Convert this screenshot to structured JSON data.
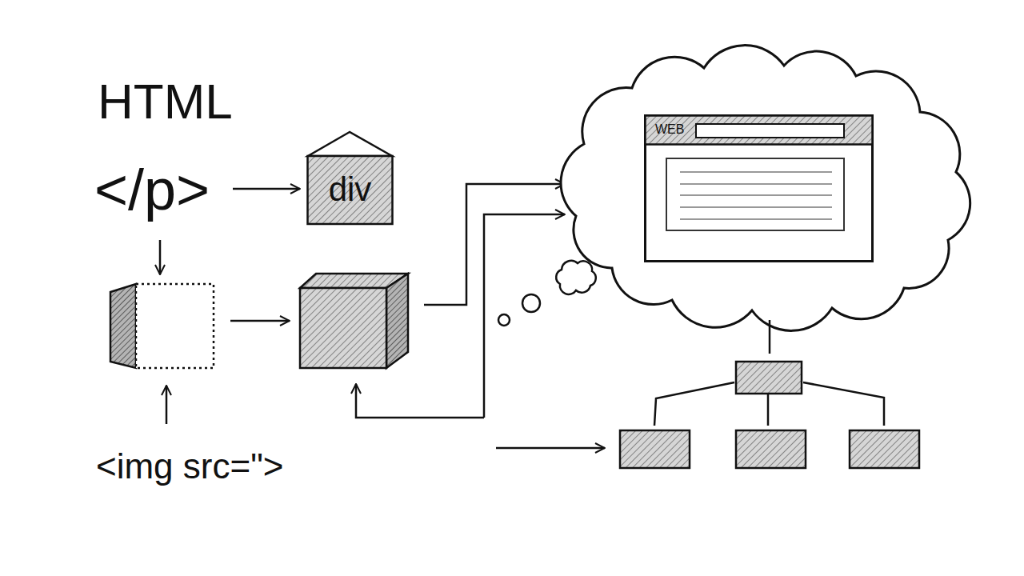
{
  "diagram": {
    "title": "HTML",
    "nodes": [
      {
        "text": [
          "</p>"
        ]
      },
      {
        "text": [
          "div"
        ]
      },
      {
        "text": [
          "<img src=\">"
        ]
      },
      {
        "text": [
          "WEB"
        ]
      }
    ],
    "edges": [
      {
        "from": 0,
        "to": 1,
        "arrow": "to"
      }
    ]
  }
}
